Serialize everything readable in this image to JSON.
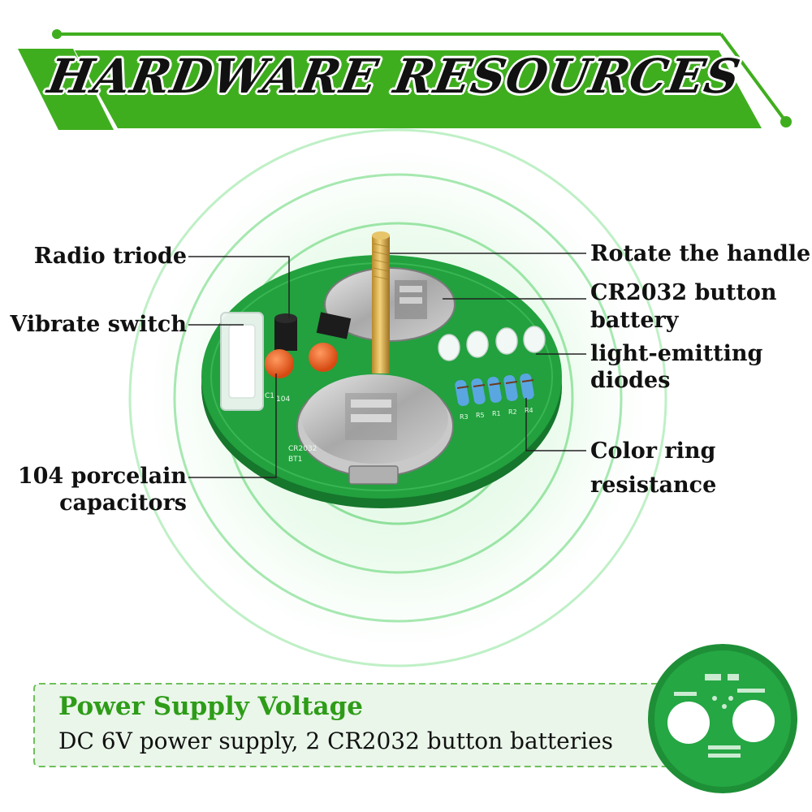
{
  "banner": {
    "title": "HARDWARE RESOURCES"
  },
  "callouts": {
    "radio_triode": "Radio triode",
    "vibrate_switch": "Vibrate switch",
    "porcelain_capacitors_line1": "104 porcelain",
    "porcelain_capacitors_line2": "capacitors",
    "rotate_handle": "Rotate the handle",
    "battery_line1": "CR2032 button",
    "battery_line2": "battery",
    "leds_line1": "light-emitting",
    "leds_line2": "diodes",
    "resistance_line1": "Color ring",
    "resistance_line2": "resistance"
  },
  "board_markings": {
    "capacitor_c1": "C1",
    "capacitor_value": "104",
    "battery_slot": "CR2032",
    "battery_ref": "BT1",
    "resistors": [
      "R3",
      "R5",
      "R1",
      "R2",
      "R4"
    ]
  },
  "power_supply": {
    "title": "Power Supply Voltage",
    "text": "DC 6V power supply, 2 CR2032 button batteries"
  },
  "colors": {
    "accent_green": "#2e9c18",
    "banner_green": "#3fae1e",
    "pcb_green": "#1f9a3a",
    "line_black": "#111111"
  }
}
